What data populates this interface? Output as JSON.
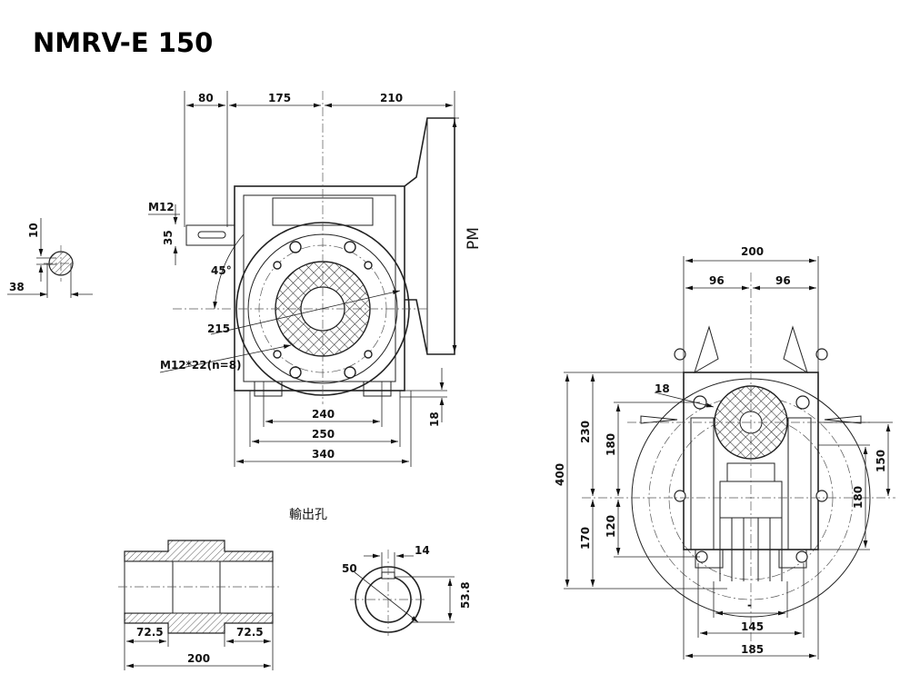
{
  "title": "NMRV-E 150",
  "front_view": {
    "dim_input_shaft": "80",
    "dim_center_to_shaft": "175",
    "dim_center_to_motor": "210",
    "thread_label": "M12",
    "shaft_diameter": "35",
    "angle": "45°",
    "pcd": "215",
    "bolt_spec": "M12*22(n=8)",
    "dim_240": "240",
    "dim_250": "250",
    "dim_340": "340",
    "dim_18": "18",
    "motor_label": "PM"
  },
  "key_section": {
    "key_width": "10",
    "key_height": "38"
  },
  "output_hole_label": "輸出孔",
  "hollow_shaft": {
    "left_len": "72.5",
    "right_len": "72.5",
    "total_len": "200"
  },
  "hole_section": {
    "diameter": "50",
    "key_width": "14",
    "key_depth": "53.8"
  },
  "side_view": {
    "dim_200": "200",
    "dim_96_left": "96",
    "dim_96_right": "96",
    "hole_18": "18",
    "dim_230": "230",
    "dim_180_left": "180",
    "dim_400": "400",
    "dim_170": "170",
    "dim_120": "120",
    "dim_150": "150",
    "dim_180_right": "180",
    "dim_dash": "-",
    "dim_145": "145",
    "dim_185": "185"
  }
}
